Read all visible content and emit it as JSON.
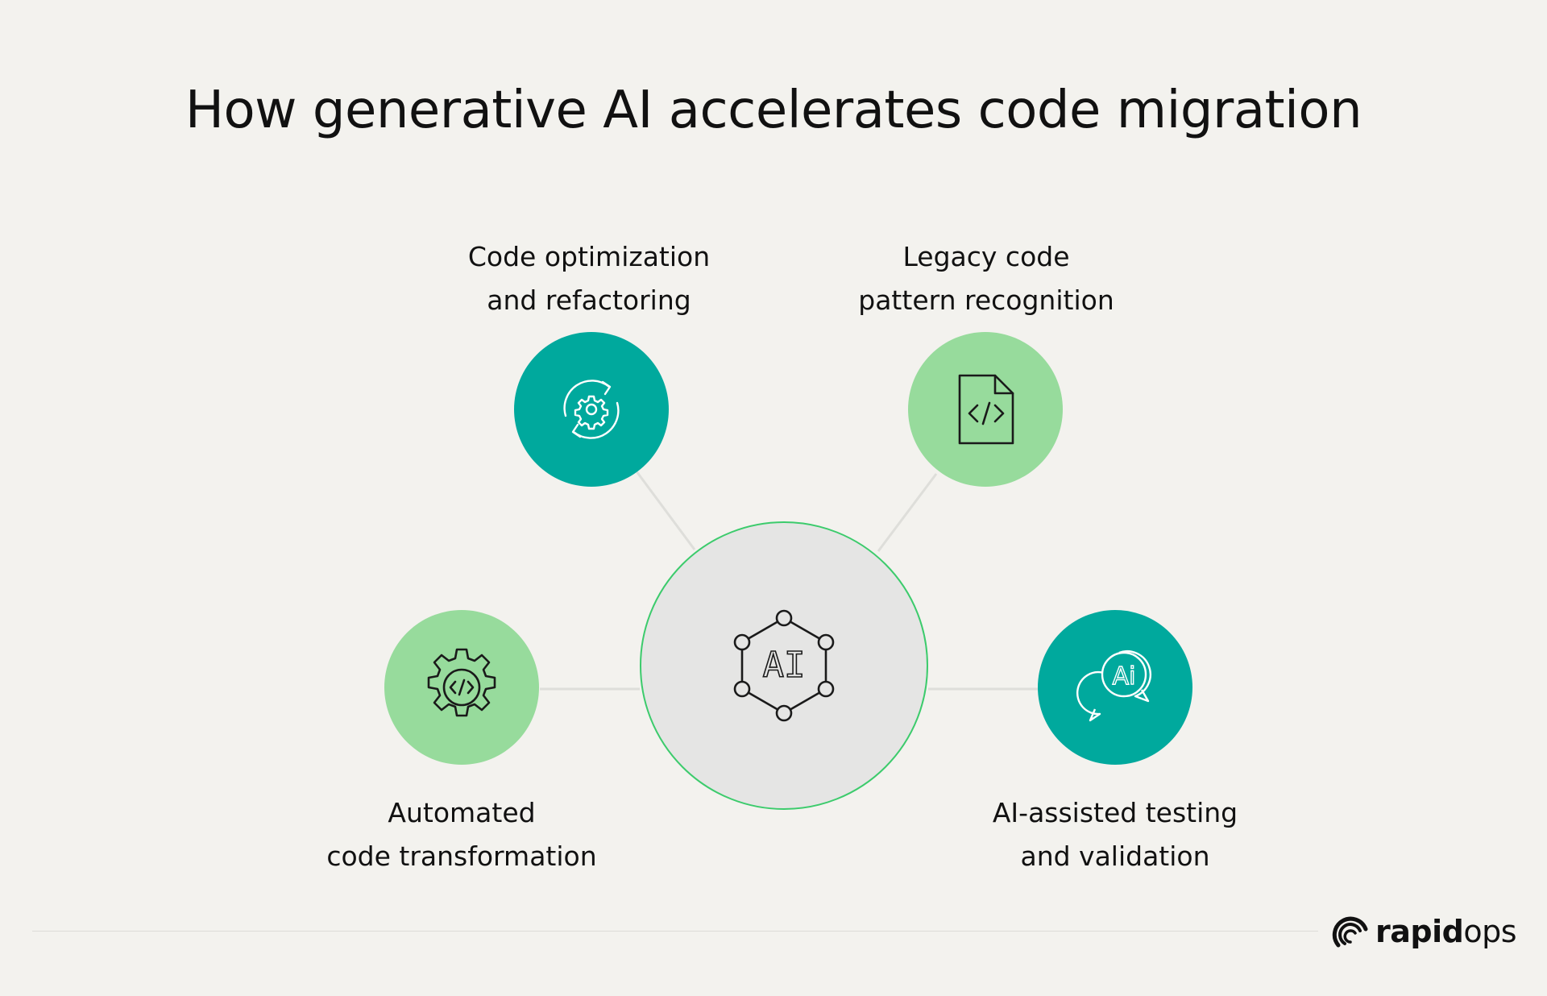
{
  "title": "How generative AI accelerates code migration",
  "center": {
    "icon": "ai-network-hexagon-icon",
    "icon_text": "AI"
  },
  "nodes": [
    {
      "icon": "gear-refresh-icon",
      "color": "#00a99d",
      "line1": "Code optimization",
      "line2": "and refactoring"
    },
    {
      "icon": "code-file-icon",
      "color": "#97db9c",
      "line1": "Legacy code",
      "line2": "pattern recognition"
    },
    {
      "icon": "gear-code-icon",
      "color": "#97db9c",
      "line1": "Automated",
      "line2": "code transformation"
    },
    {
      "icon": "ai-chat-bubbles-icon",
      "color": "#00a99d",
      "line1": "AI-assisted testing",
      "line2": "and validation",
      "icon_text": "Ai"
    }
  ],
  "brand": {
    "bold": "rapid",
    "light": "ops",
    "icon": "rapidops-logo-icon"
  },
  "colors": {
    "teal": "#00a99d",
    "green": "#97db9c",
    "hub_border": "#3ccb6c",
    "background": "#f3f2ee"
  }
}
